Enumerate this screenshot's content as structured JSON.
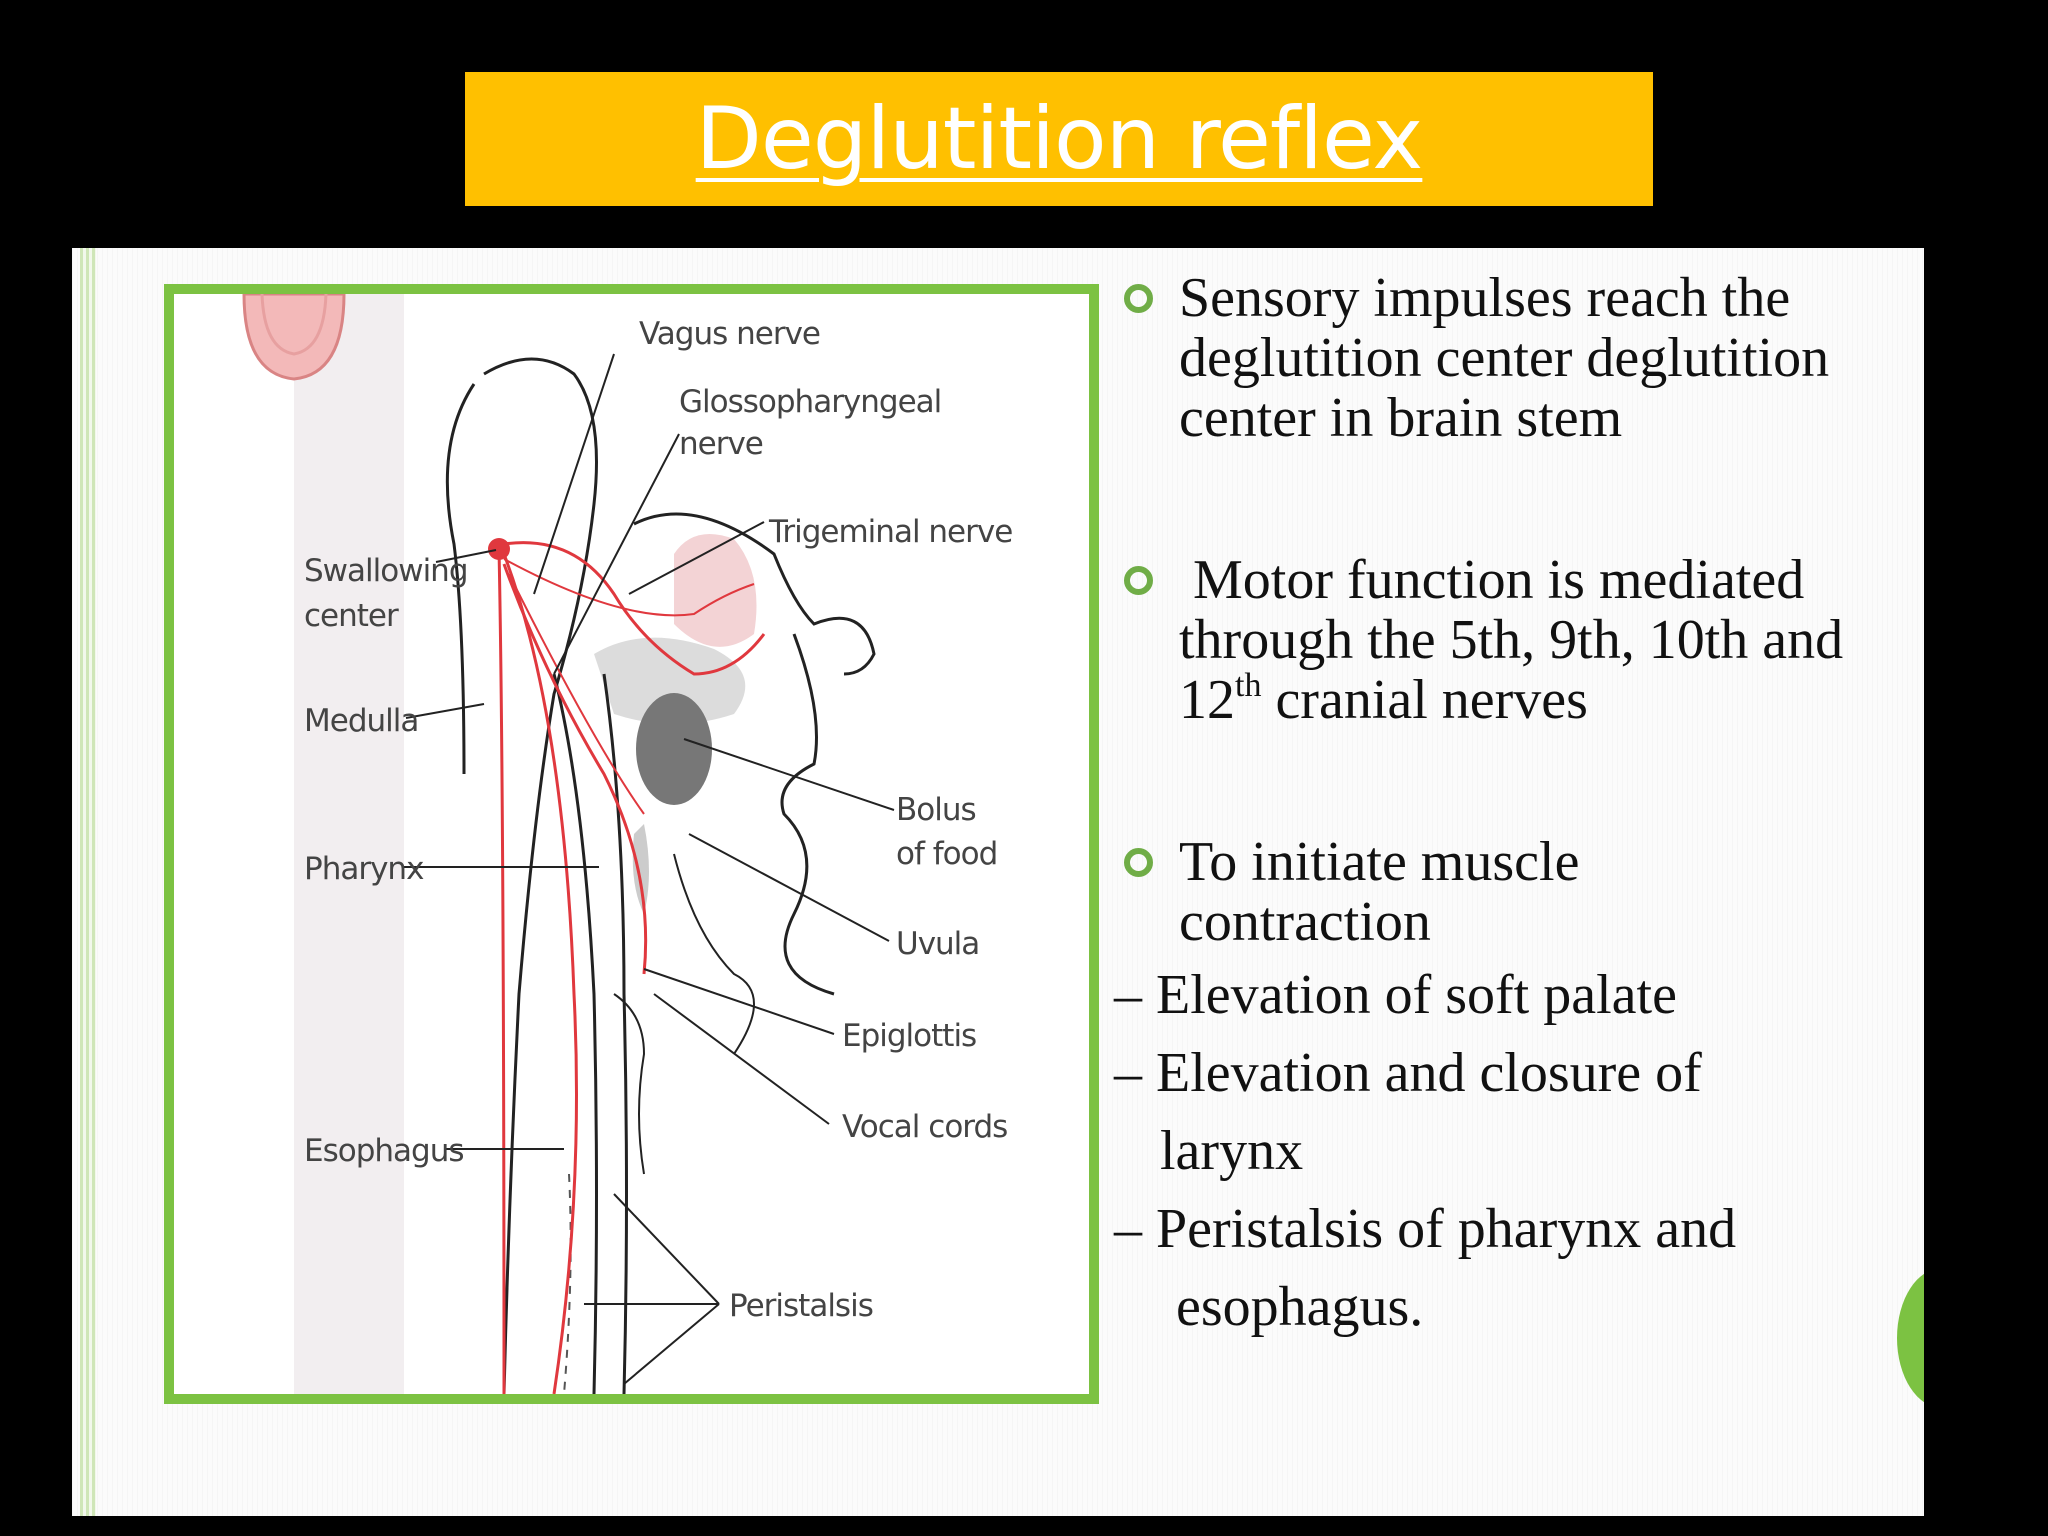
{
  "title": "Deglutition reflex",
  "diagram": {
    "labels": {
      "vagus": "Vagus nerve",
      "glosso_1": "Glossopharyngeal",
      "glosso_2": "nerve",
      "trigeminal": "Trigeminal nerve",
      "swallowing_1": "Swallowing",
      "swallowing_2": "center",
      "medulla": "Medulla",
      "bolus_1": "Bolus",
      "bolus_2": "of food",
      "pharynx": "Pharynx",
      "uvula": "Uvula",
      "epiglottis": "Epiglottis",
      "vocal": "Vocal cords",
      "esophagus": "Esophagus",
      "peristalsis": "Peristalsis"
    }
  },
  "bullets": [
    {
      "lines": [
        "Sensory impulses reach the",
        "deglutition center deglutition",
        "center in brain stem"
      ]
    },
    {
      "line1": " Motor function is mediated",
      "line2": "through the 5th, 9th, 10th and",
      "line3_num": "12",
      "line3_sup": "th",
      "line3_rest": " cranial nerves"
    },
    {
      "lines": [
        "To initiate muscle",
        "contraction"
      ]
    }
  ],
  "dashes": {
    "d1": "– Elevation of soft palate",
    "d2": "– Elevation and closure of",
    "d2b": "larynx",
    "d3": "– Peristalsis of pharynx and",
    "d3b": "esophagus."
  },
  "colors": {
    "title_bg": "#FFC000",
    "frame": "#7cc242",
    "nerve": "#e0383e"
  }
}
